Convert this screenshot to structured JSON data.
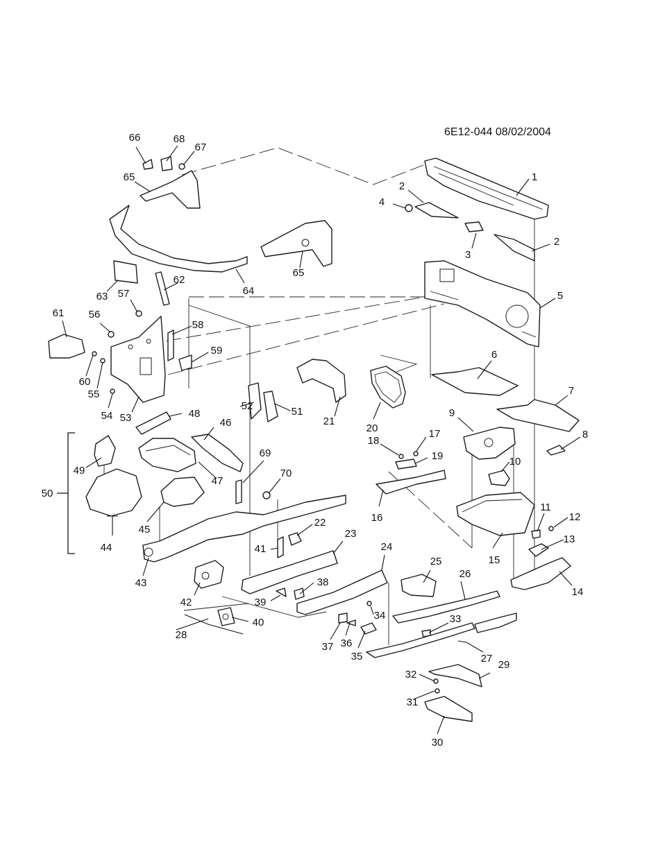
{
  "header": {
    "drawing_code": "6E12-044  08/02/2004"
  },
  "callouts": [
    "1",
    "2",
    "2",
    "3",
    "4",
    "5",
    "6",
    "7",
    "8",
    "9",
    "10",
    "11",
    "12",
    "13",
    "14",
    "15",
    "16",
    "17",
    "18",
    "19",
    "20",
    "21",
    "22",
    "23",
    "24",
    "25",
    "26",
    "27",
    "28",
    "29",
    "30",
    "31",
    "32",
    "33",
    "34",
    "35",
    "36",
    "37",
    "38",
    "39",
    "40",
    "41",
    "42",
    "43",
    "44",
    "45",
    "46",
    "47",
    "48",
    "49",
    "50",
    "51",
    "52",
    "53",
    "54",
    "55",
    "56",
    "57",
    "58",
    "59",
    "60",
    "61",
    "62",
    "63",
    "64",
    "65",
    "65",
    "66",
    "67",
    "68",
    "69",
    "70"
  ],
  "group_bracket_label": "50"
}
